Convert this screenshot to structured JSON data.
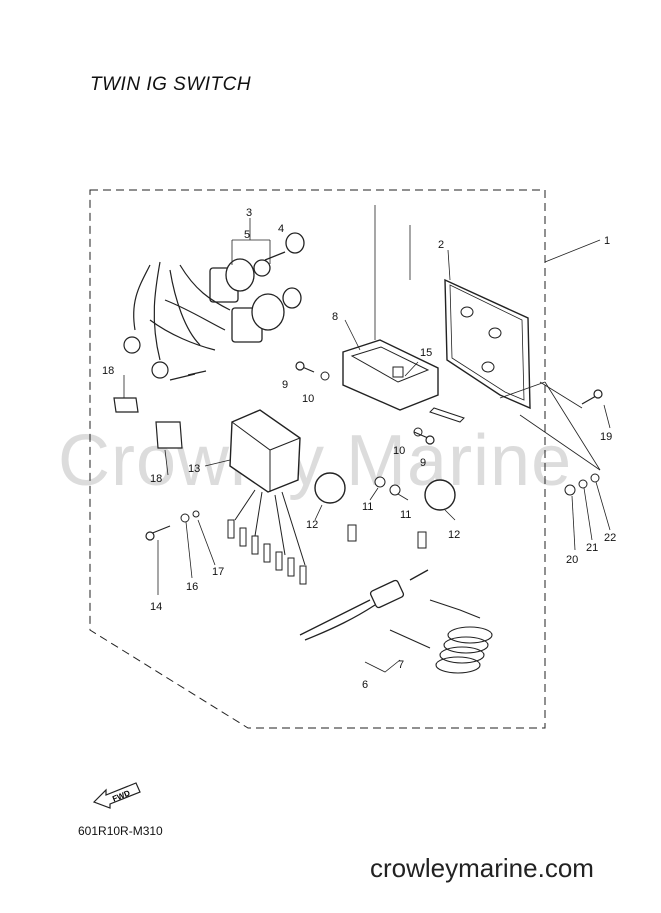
{
  "title": "TWIN IG SWITCH",
  "diagram_code": "601R10R-M310",
  "footer_url": "crowleymarine.com",
  "watermark": "Crowley Marine",
  "fwd_label": "FWD",
  "callouts": {
    "c1": "1",
    "c2": "2",
    "c3": "3",
    "c4": "4",
    "c5": "5",
    "c6": "6",
    "c7": "7",
    "c8": "8",
    "c9a": "9",
    "c9b": "9",
    "c10a": "10",
    "c10b": "10",
    "c11a": "11",
    "c11b": "11",
    "c12a": "12",
    "c12b": "12",
    "c13": "13",
    "c14": "14",
    "c15": "15",
    "c16": "16",
    "c17": "17",
    "c18a": "18",
    "c18b": "18",
    "c19": "19",
    "c20": "20",
    "c21": "21",
    "c22": "22"
  }
}
